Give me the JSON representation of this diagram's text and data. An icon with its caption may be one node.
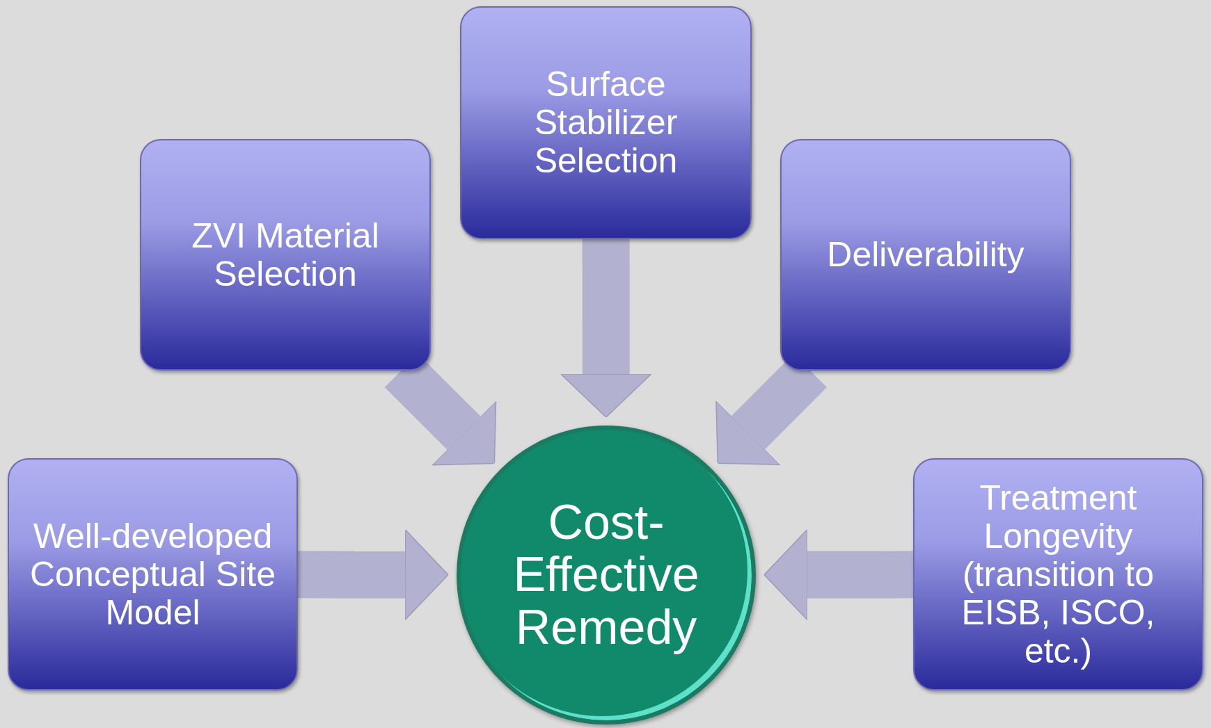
{
  "diagram": {
    "nodes": [
      {
        "text": [
          "Surface Stabilizer Selection"
        ]
      },
      {
        "text": [
          "ZVI Material Selection"
        ]
      },
      {
        "text": [
          "Deliverability"
        ]
      },
      {
        "text": [
          "Well-developed Conceptual Site Model"
        ]
      },
      {
        "text": [
          "Cost-Effective Remedy"
        ]
      },
      {
        "text": [
          "Treatment Longevity (transition to EISB, ISCO, etc.)"
        ]
      }
    ],
    "edges": [
      {
        "from": 0,
        "to": 4,
        "arrow": "to"
      },
      {
        "from": 1,
        "to": 4,
        "arrow": "to"
      },
      {
        "from": 2,
        "to": 4,
        "arrow": "to"
      },
      {
        "from": 3,
        "to": 4,
        "arrow": "to"
      },
      {
        "from": 5,
        "to": 4,
        "arrow": "to"
      }
    ]
  }
}
